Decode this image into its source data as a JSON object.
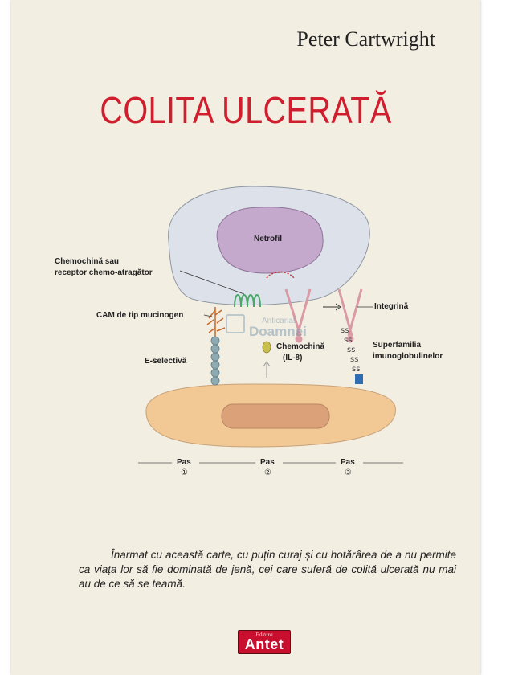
{
  "cover": {
    "author": "Peter Cartwright",
    "title": "COLITA ULCERATĂ"
  },
  "diagram": {
    "nucleus_label": "Netrofil",
    "chemokine_receptor_line1": "Chemochină sau",
    "chemokine_receptor_line2": "receptor chemo-atragător",
    "cam_label": "CAM de tip mucinogen",
    "integrin_label": "Integrină",
    "eselectin_label": "E-selectivă",
    "chemokine_line1": "Chemochină",
    "chemokine_line2": "(IL-8)",
    "superfamily_line1": "Superfamilia",
    "superfamily_line2": "imunoglobulinelor",
    "steps": [
      {
        "label": "Pas",
        "number": "①"
      },
      {
        "label": "Pas",
        "number": "②"
      },
      {
        "label": "Pas",
        "number": "③"
      }
    ],
    "colors": {
      "neutrophil_cell": "#dde2ea",
      "nucleus": "#c4a9cc",
      "endothelial_cell": "#f2c995",
      "endothelial_nucleus": "#dba279",
      "receptor": "#4aa86a",
      "integrin": "#d99aa6",
      "selectin": "#8eaab2",
      "mucin": "#c76a2c",
      "chemokine": "#c9bf4f",
      "igsf": "#2f6db0"
    }
  },
  "watermark": {
    "line1": "Anticariat",
    "line2": "Doamnei"
  },
  "blurb": "Înarmat cu această carte, cu puțin curaj și cu hotărârea de a nu permite ca viața lor să fie dominată de jenă, cei care suferă de colită ulcerată nu mai au de ce să se teamă.",
  "publisher": {
    "small_text": "Editura",
    "logo_text": "Antet"
  }
}
